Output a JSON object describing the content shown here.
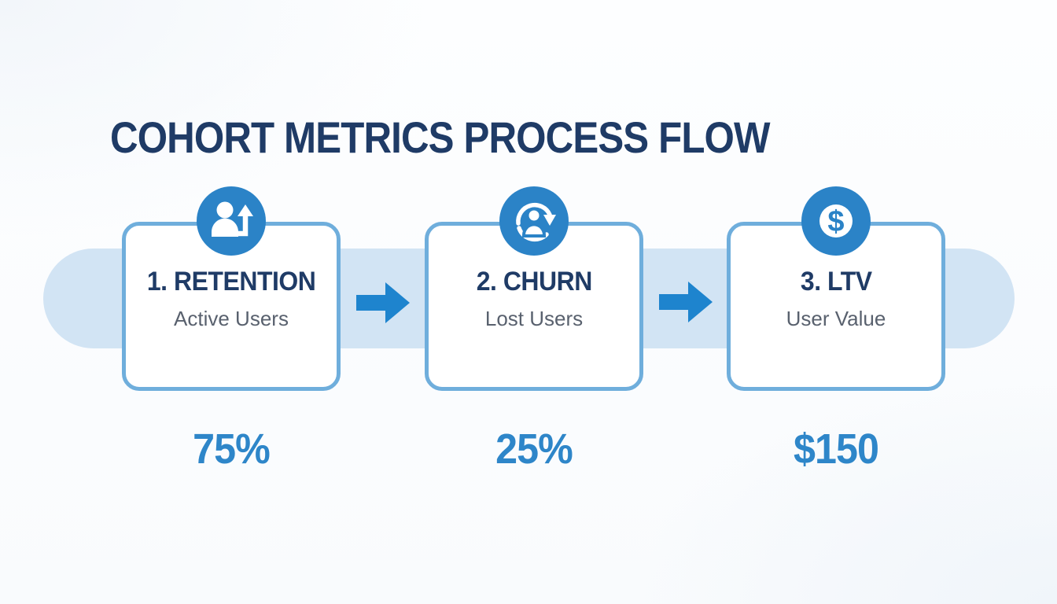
{
  "title": "COHORT METRICS PROCESS FLOW",
  "steps": [
    {
      "label": "1. RETENTION",
      "sublabel": "Active Users",
      "value": "75%",
      "icon": "user-growth-icon"
    },
    {
      "label": "2. CHURN",
      "sublabel": "Lost Users",
      "value": "25%",
      "icon": "user-churn-icon"
    },
    {
      "label": "3. LTV",
      "sublabel": "User Value",
      "value": "$150",
      "icon": "dollar-icon"
    }
  ],
  "colors": {
    "title_navy": "#1F3B66",
    "value_blue": "#2E86C9",
    "icon_circle_blue": "#2B83C7",
    "arrow_blue": "#1E84CE",
    "box_border_blue": "#6FAEDC",
    "band_light_blue": "#D2E4F4",
    "sublabel_gray": "#59616E"
  }
}
